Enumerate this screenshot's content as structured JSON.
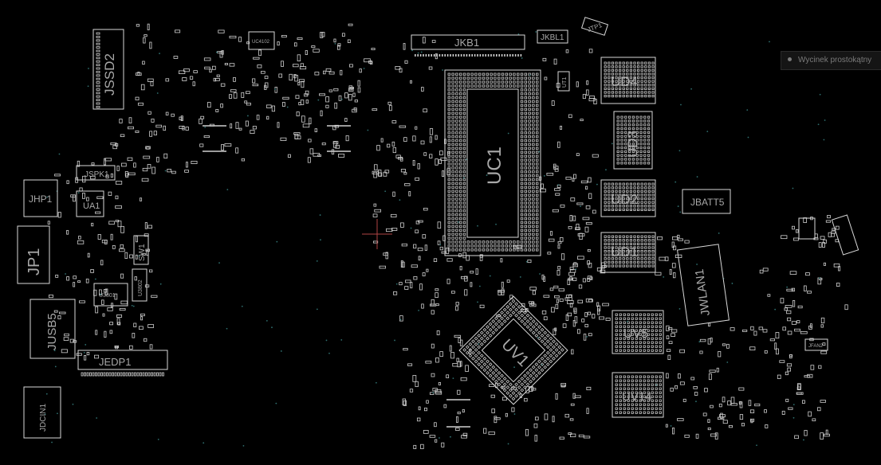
{
  "tooltip": {
    "label": "Wycinek prostokątny"
  },
  "refs": {
    "jssd2": "JSSD2",
    "jkb1": "JKB1",
    "jkbl1": "JKBL1",
    "jtp1": "JTP1",
    "uc1": "UC1",
    "ud4": "UD4",
    "ud3": "UD3",
    "ud2": "UD2",
    "ud1": "UD1",
    "jbatt5": "JBATT5",
    "jwlan1": "JWLAN1",
    "uv5": "UV5",
    "uv14": "UV14",
    "uv1": "UV1",
    "jhp1": "JHP1",
    "jspk1": "JSPK1",
    "ua1": "UA1",
    "jp1": "JP1",
    "sw1": "SW1",
    "jusb5": "JUSB5",
    "jedp1": "JEDP1",
    "jdcin1": "JDCIN1",
    "ut1": "UT1",
    "u3801": "U3801",
    "u3802": "U3802",
    "jfan2": "JFAN2",
    "uc4102": "UC4102"
  }
}
